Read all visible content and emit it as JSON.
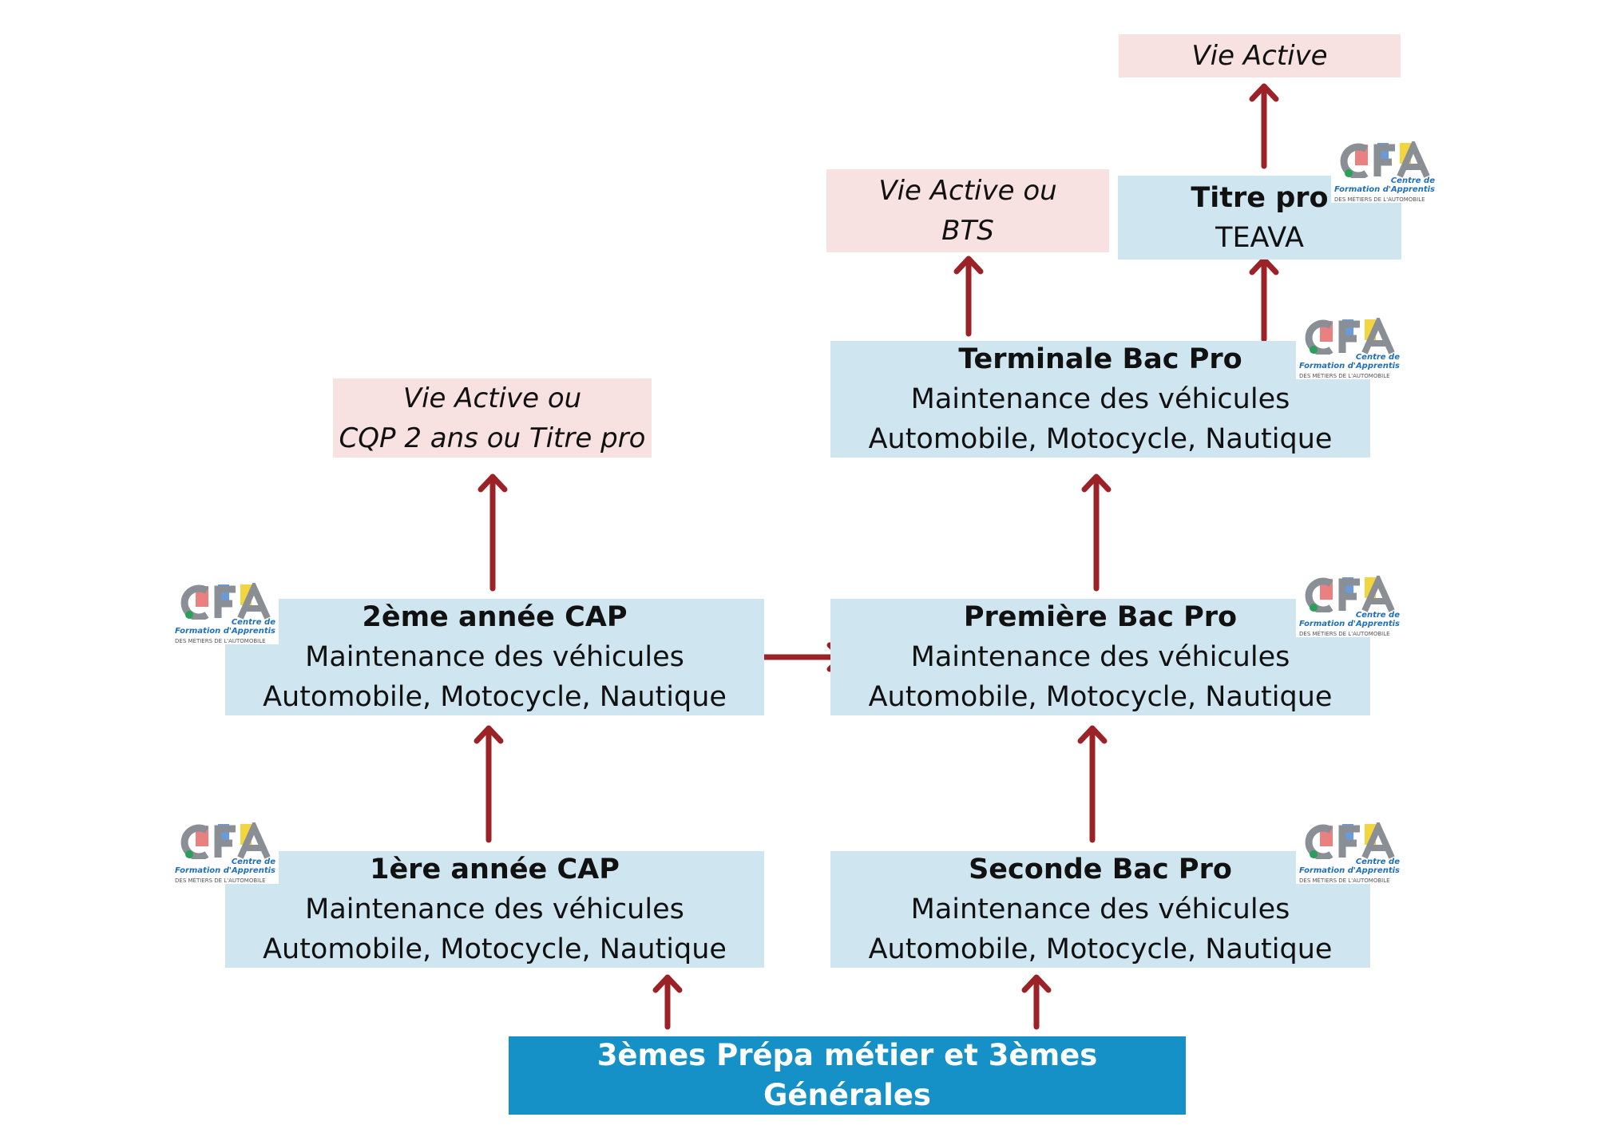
{
  "outcomes": {
    "vie_active": "Vie Active",
    "vie_active_bts": [
      "Vie Active ou",
      "BTS"
    ],
    "vie_active_cqp": [
      "Vie Active ou",
      "CQP 2 ans ou Titre pro"
    ]
  },
  "titre_pro": {
    "title": "Titre pro",
    "subtitle": "TEAVA"
  },
  "terminale": {
    "title": "Terminale Bac Pro",
    "line1": "Maintenance des véhicules",
    "line2": "Automobile, Motocycle, Nautique"
  },
  "premiere": {
    "title": "Première Bac Pro",
    "line1": "Maintenance des véhicules",
    "line2": "Automobile, Motocycle, Nautique"
  },
  "seconde": {
    "title": "Seconde Bac Pro",
    "line1": "Maintenance des véhicules",
    "line2": "Automobile, Motocycle, Nautique"
  },
  "cap2": {
    "title": "2ème année CAP",
    "line1": "Maintenance des véhicules",
    "line2": "Automobile, Motocycle, Nautique"
  },
  "cap1": {
    "title": "1ère année CAP",
    "line1": "Maintenance des véhicules",
    "line2": "Automobile, Motocycle, Nautique"
  },
  "start": {
    "title": "3èmes Prépa métier et 3èmes Générales"
  },
  "logo": {
    "line1": "Centre de",
    "line2": "Formation d'Apprentis",
    "line3": "DES MÉTIERS DE L'AUTOMOBILE"
  },
  "colors": {
    "arrow": "#9b2227",
    "box_blue": "#cfe6f1",
    "box_pink": "#f8e1e1",
    "box_dark": "#1591c8"
  }
}
